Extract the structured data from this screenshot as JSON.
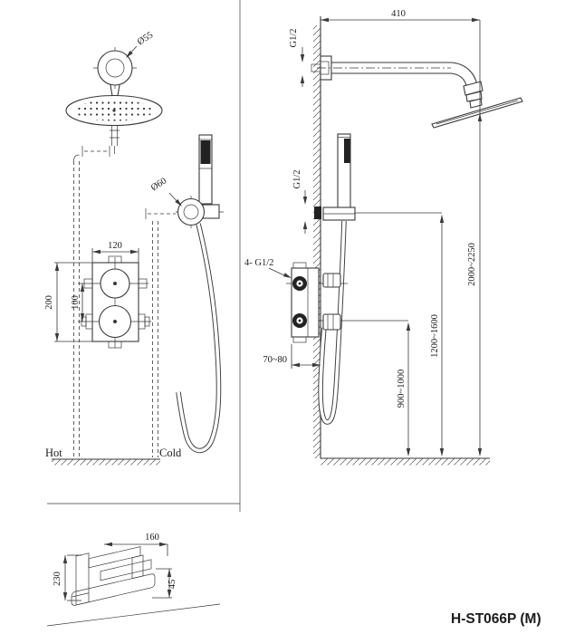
{
  "title": "H-ST066P (M)",
  "front_view": {
    "head_mount_diameter": "Ø55",
    "handset_holder_diameter": "Ø60",
    "valve_plate_width": "120",
    "valve_plate_height": "200",
    "handle_spacing": "100",
    "hot_supply": "Hot",
    "cold_supply": "Cold"
  },
  "side_view": {
    "arm_length": "410",
    "arm_connection_thread": "G1/2",
    "outlet_connection_thread": "G1/2",
    "valve_connections_thread": "4- G1/2",
    "valve_recess_depth": "70~80",
    "valve_mounting_height": "900~1000",
    "outlet_mounting_height": "1200~1600",
    "shower_head_height": "2000~2250"
  },
  "detail_view": {
    "bracket_width": "160",
    "bracket_height": "230",
    "bar_height": "45"
  },
  "colors": {
    "line": "#3a3a3a",
    "text": "#1c1c1c",
    "background": "#ffffff"
  }
}
